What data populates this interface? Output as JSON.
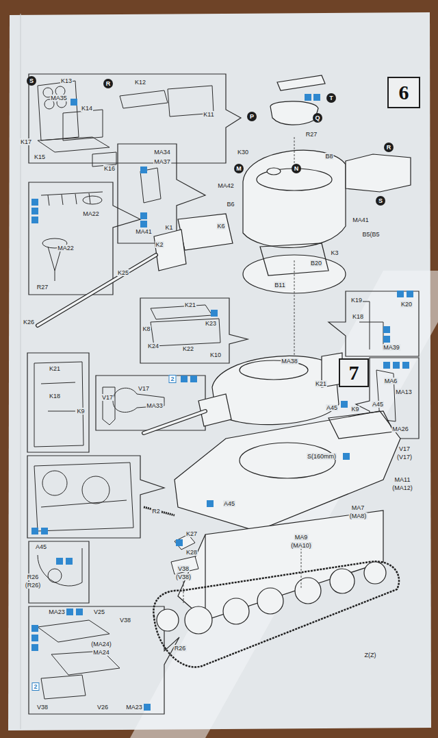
{
  "diagram": {
    "nodes": [
      {
        "text": [
          "6"
        ]
      },
      {
        "text": [
          "S"
        ]
      },
      {
        "text": [
          "R"
        ]
      },
      {
        "text": [
          "T"
        ]
      },
      {
        "text": [
          "P"
        ]
      },
      {
        "text": [
          "Q"
        ]
      },
      {
        "text": [
          "M"
        ]
      },
      {
        "text": [
          "N"
        ]
      },
      {
        "text": [
          "R"
        ]
      },
      {
        "text": [
          "S"
        ]
      },
      {
        "text": [
          "7"
        ]
      }
    ],
    "labels": [
      "K13",
      "K12",
      "MA35",
      "K14",
      "K11",
      "K17",
      "K15",
      "K16",
      "K30",
      "R27",
      "B8",
      "MA42",
      "B6",
      "MA34",
      "MA37",
      "MA41",
      "MA41",
      "B5(B5",
      "K1",
      "K6",
      "K2",
      "K3",
      "B20",
      "B11",
      "MA22",
      "MA22",
      "R27",
      "K25",
      "K19",
      "K20",
      "K18",
      "MA39",
      "K21",
      "K23",
      "K8",
      "K24",
      "K22",
      "K10",
      "K26",
      "MA38",
      "K21",
      "K21",
      "MA6",
      "MA13",
      "V17",
      "V17",
      "MA33",
      "2",
      "K18",
      "A45",
      "K9",
      "K9",
      "A45",
      "MA26",
      "V17",
      "(V17)",
      "S(160mm)",
      "MA11",
      "(MA12)",
      "MA7",
      "(MA8)",
      "A45",
      "R2",
      "K27",
      "MA9",
      "(MA10)",
      "A45",
      "K28",
      "V38",
      "(V38)",
      "R26",
      "(R26)",
      "MA23",
      "V25",
      "V38",
      "(MA24)",
      "MA24",
      "R26",
      "Z(Z)",
      "2",
      "V38",
      "V26",
      "MA23"
    ]
  }
}
